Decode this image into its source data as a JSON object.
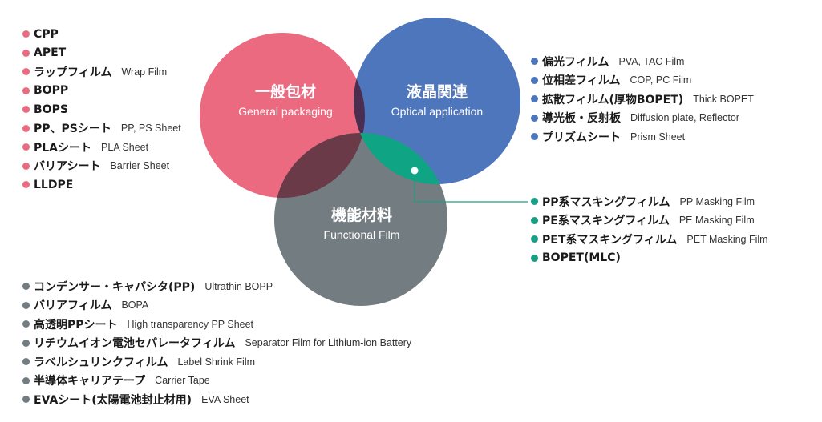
{
  "colors": {
    "pink": "#ec6a80",
    "blue": "#4e76bd",
    "gray": "#737c80",
    "green": "#1a9e84",
    "overlap_pink_blue": "#4a2d4f",
    "overlap_pink_gray": "#6b3a48",
    "overlap_blue_gray": "#0ea484"
  },
  "circles": {
    "general": {
      "jp": "一般包材",
      "en": "General packaging"
    },
    "optical": {
      "jp": "液晶関連",
      "en": "Optical application"
    },
    "functional": {
      "jp": "機能材料",
      "en": "Functional Film"
    }
  },
  "lists": {
    "general": [
      {
        "jp": "CPP",
        "en": ""
      },
      {
        "jp": "APET",
        "en": ""
      },
      {
        "jp": "ラップフィルム",
        "en": "Wrap Film"
      },
      {
        "jp": "BOPP",
        "en": ""
      },
      {
        "jp": "BOPS",
        "en": ""
      },
      {
        "jp": "PP、PSシート",
        "en": "PP, PS Sheet"
      },
      {
        "jp": "PLAシート",
        "en": "PLA Sheet"
      },
      {
        "jp": "バリアシート",
        "en": "Barrier Sheet"
      },
      {
        "jp": "LLDPE",
        "en": ""
      }
    ],
    "optical": [
      {
        "jp": "偏光フィルム",
        "en": "PVA, TAC Film"
      },
      {
        "jp": "位相差フィルム",
        "en": "COP, PC Film"
      },
      {
        "jp": "拡散フィルム(厚物BOPET)",
        "en": "Thick BOPET"
      },
      {
        "jp": "導光板・反射板",
        "en": "Diffusion plate, Reflector"
      },
      {
        "jp": "プリズムシート",
        "en": "Prism Sheet"
      }
    ],
    "masking": [
      {
        "jp": "PP系マスキングフィルム",
        "en": "PP Masking Film"
      },
      {
        "jp": "PE系マスキングフィルム",
        "en": "PE Masking Film"
      },
      {
        "jp": "PET系マスキングフィルム",
        "en": "PET Masking Film"
      },
      {
        "jp": "BOPET(MLC)",
        "en": ""
      }
    ],
    "functional": [
      {
        "jp": "コンデンサー・キャパシタ(PP)",
        "en": "Ultrathin BOPP"
      },
      {
        "jp": "バリアフィルム",
        "en": "BOPA"
      },
      {
        "jp": "高透明PPシート",
        "en": "High transparency PP Sheet"
      },
      {
        "jp": "リチウムイオン電池セパレータフィルム",
        "en": "Separator Film for Lithium-ion Battery"
      },
      {
        "jp": "ラベルシュリンクフィルム",
        "en": "Label Shrink Film"
      },
      {
        "jp": "半導体キャリアテープ",
        "en": "Carrier Tape"
      },
      {
        "jp": "EVAシート(太陽電池封止材用)",
        "en": "EVA Sheet"
      }
    ]
  }
}
